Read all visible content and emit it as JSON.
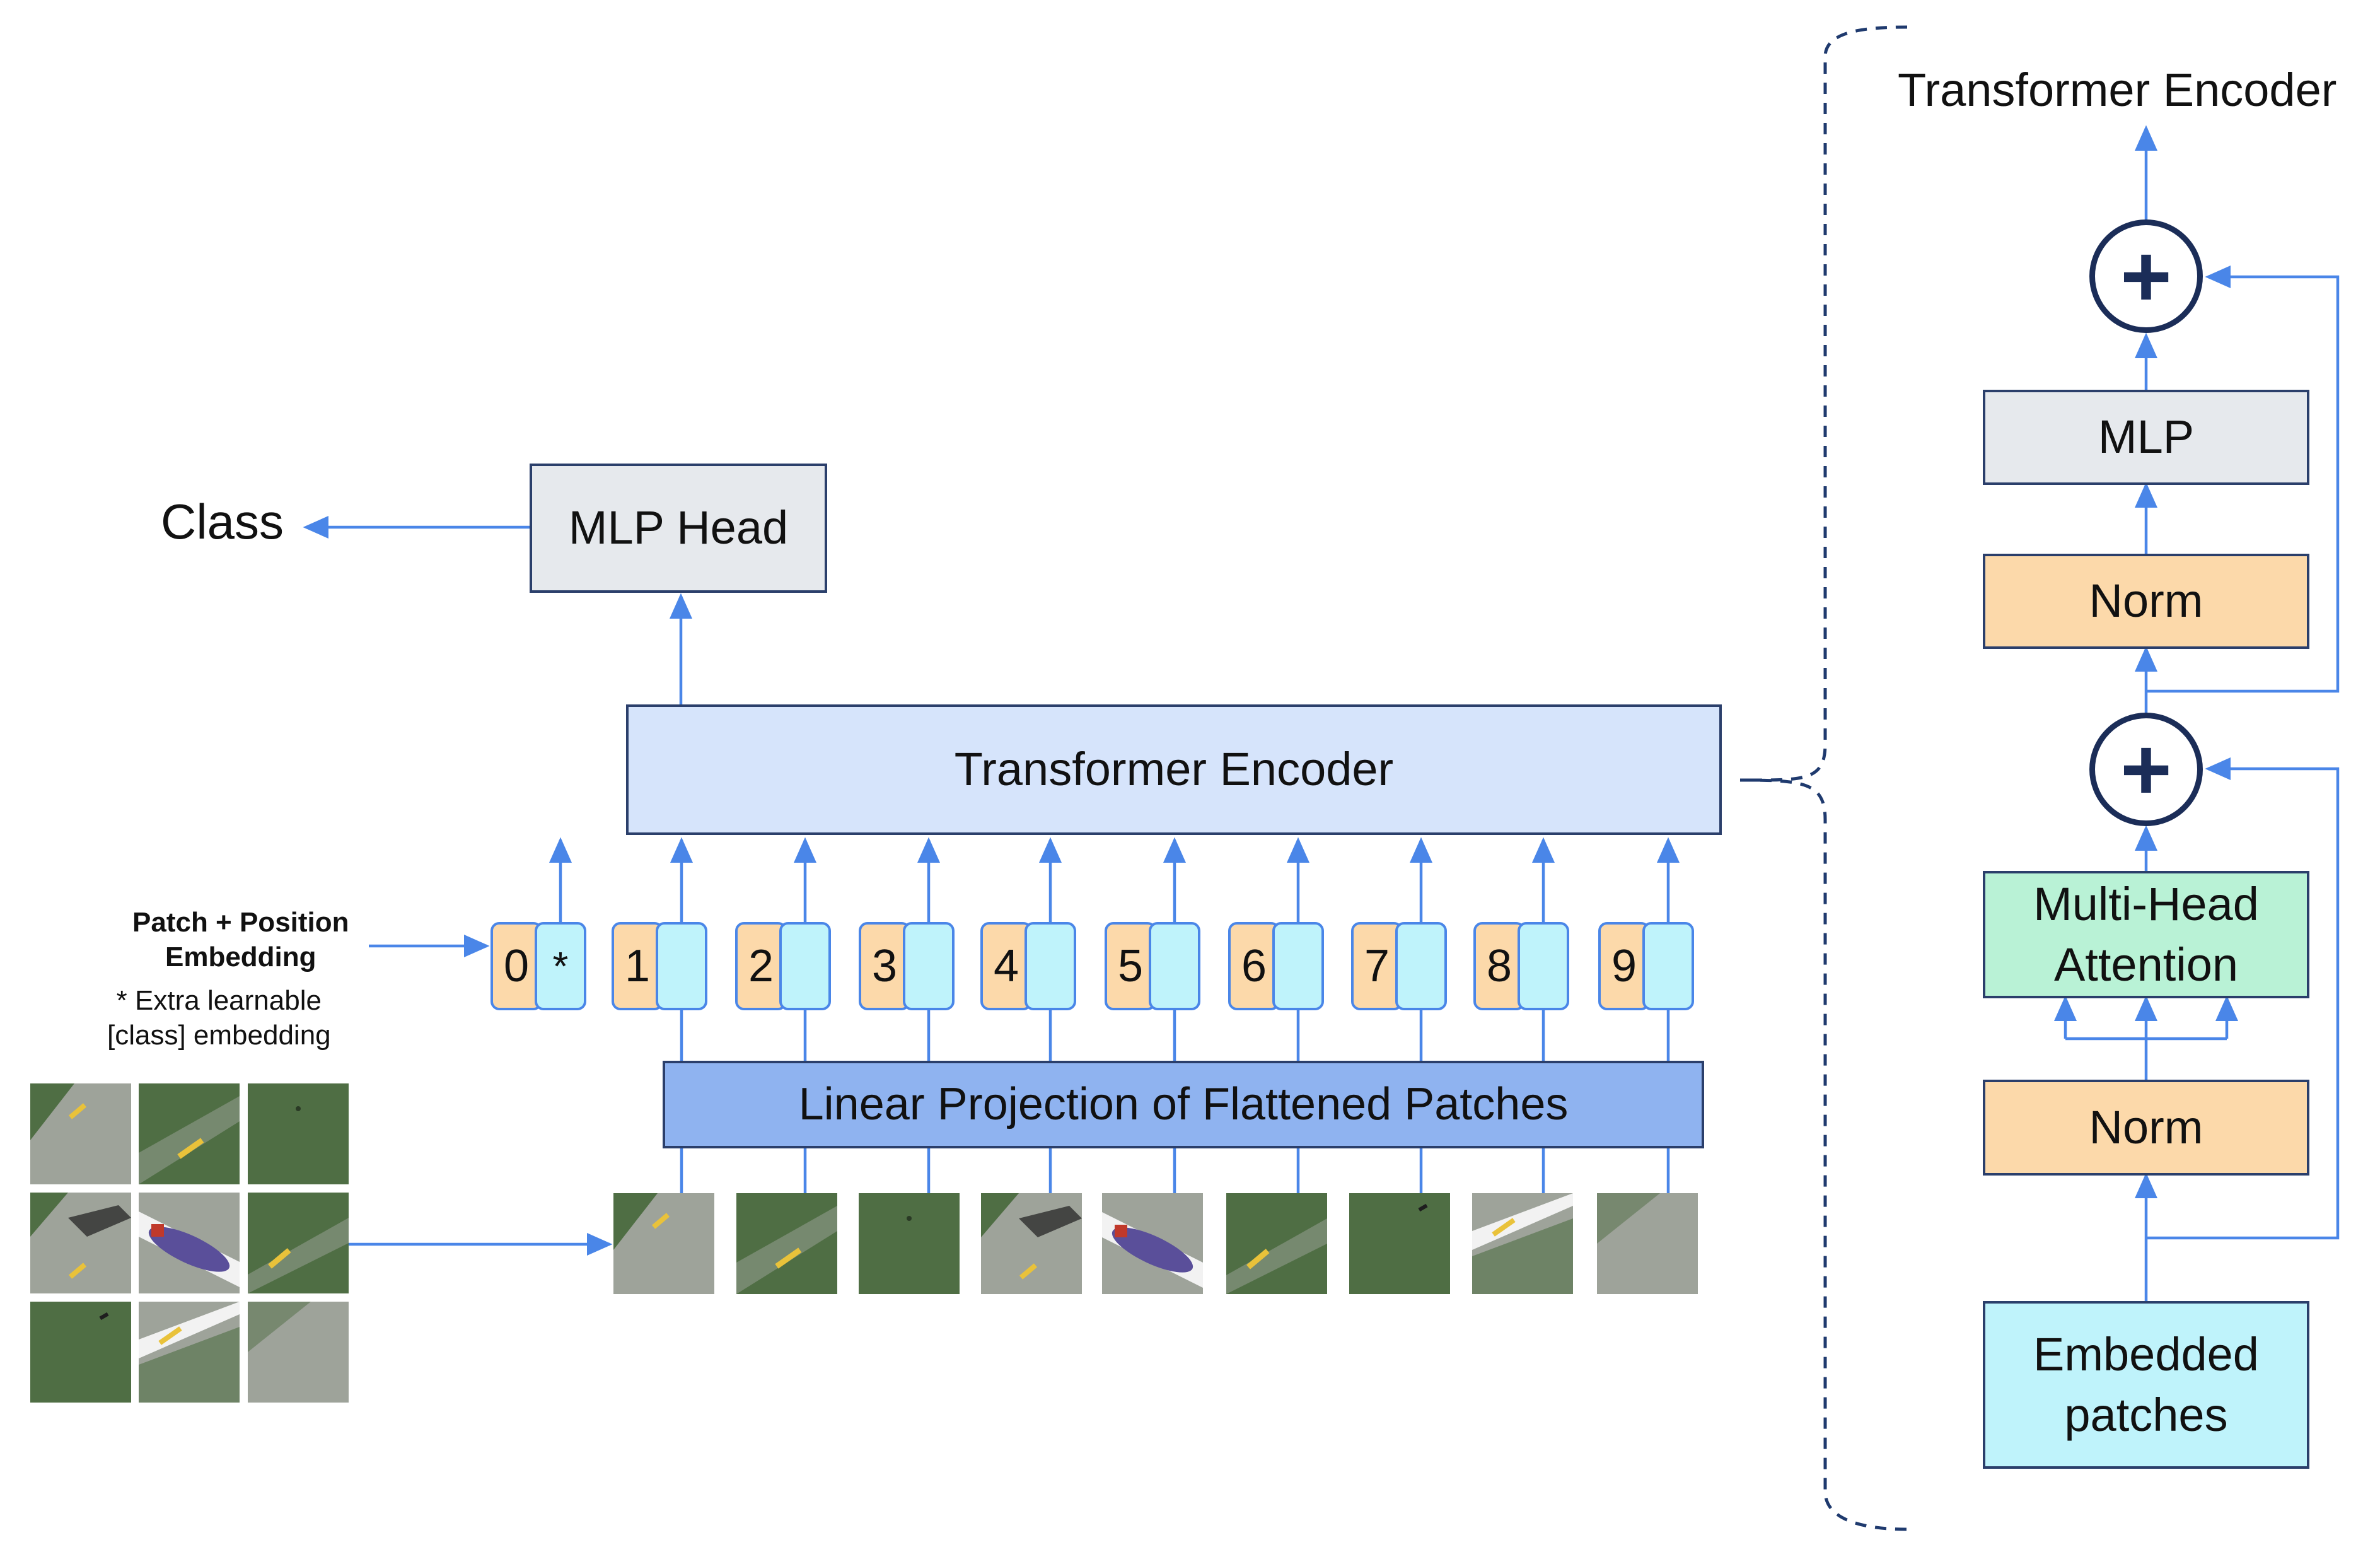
{
  "diagram": {
    "output_label": "Class",
    "mlp_head_label": "MLP Head",
    "encoder_label": "Transformer Encoder",
    "projection_label": "Linear Projection of Flattened Patches",
    "embedding_legend_title": "Patch + Position\nEmbedding",
    "embedding_legend_note": "* Extra learnable\n[class] embedding",
    "tokens": [
      {
        "position": "0",
        "embedding": "*"
      },
      {
        "position": "1",
        "embedding": ""
      },
      {
        "position": "2",
        "embedding": ""
      },
      {
        "position": "3",
        "embedding": ""
      },
      {
        "position": "4",
        "embedding": ""
      },
      {
        "position": "5",
        "embedding": ""
      },
      {
        "position": "6",
        "embedding": ""
      },
      {
        "position": "7",
        "embedding": ""
      },
      {
        "position": "8",
        "embedding": ""
      },
      {
        "position": "9",
        "embedding": ""
      }
    ],
    "patch_images": [
      {
        "content": "runway edge with yellow marking"
      },
      {
        "content": "grass with yellow marking"
      },
      {
        "content": "grass"
      },
      {
        "content": "runway with airplane shadow"
      },
      {
        "content": "airplane fuselage (purple, white and red)"
      },
      {
        "content": "grass with yellow marking"
      },
      {
        "content": "grass"
      },
      {
        "content": "runway with wing edge"
      },
      {
        "content": "runway"
      }
    ]
  },
  "encoder_detail": {
    "title": "Transformer Encoder",
    "blocks": {
      "mlp": "MLP",
      "norm_top": "Norm",
      "attention": "Multi-Head\nAttention",
      "norm_bottom": "Norm",
      "input": "Embedded\npatches"
    },
    "residual_symbol": "+"
  },
  "colors": {
    "arrow": "#4a86e8",
    "border": "#2b3f6b",
    "mlp_head": "#e6e9ed",
    "encoder": "#d6e4fb",
    "projection": "#8fb3f0",
    "norm": "#fcd9aa",
    "attention": "#b9f2d6",
    "embedded_patches": "#bff3fb",
    "grass": "#4f6e44",
    "runway": "#9ea39a",
    "marking": "#e9c23a",
    "airplane_body": "#5a4f9a"
  }
}
